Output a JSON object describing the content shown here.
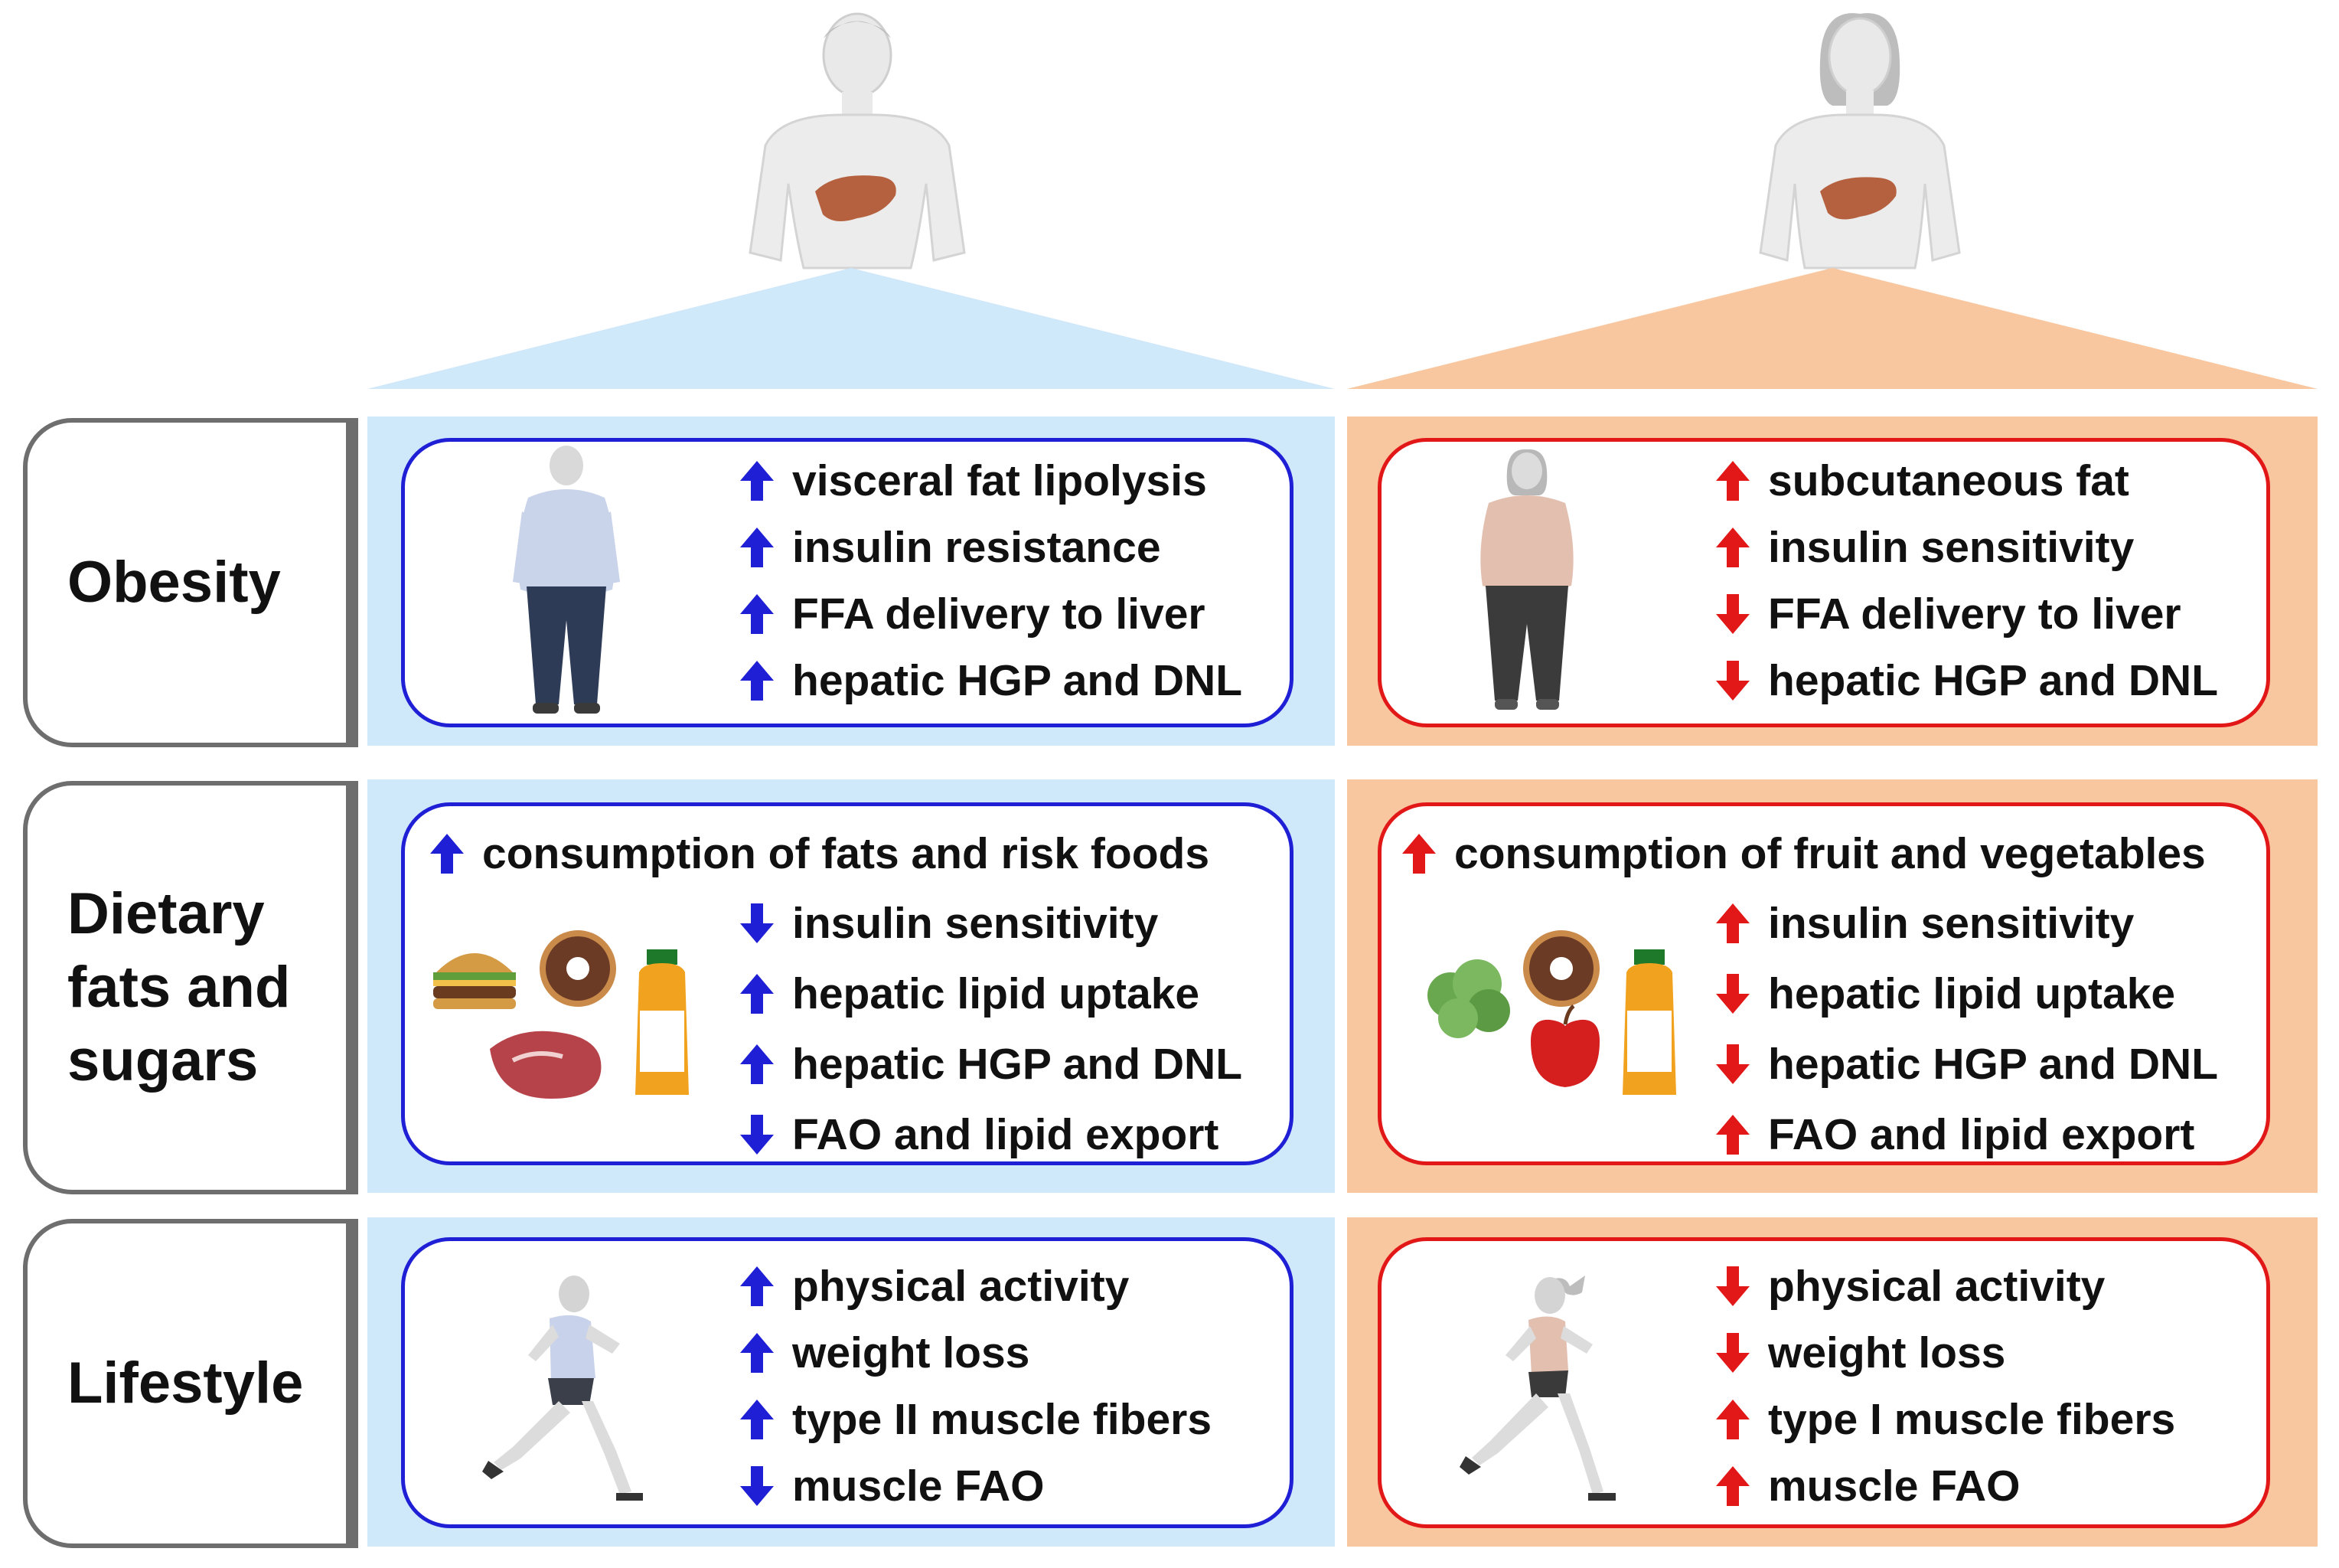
{
  "colors": {
    "male_panel": "#cfe8fa",
    "female_panel": "#f9c79f",
    "male_border": "#1f1fd6",
    "female_border": "#e21818",
    "up_arrow_male": "#1f1fd6",
    "up_arrow_female": "#e21818"
  },
  "rows": [
    {
      "label": "Obesity",
      "male": {
        "figure": "male-obese-figure-icon",
        "effects": [
          {
            "dir": "up",
            "text": "visceral fat lipolysis"
          },
          {
            "dir": "up",
            "text": "insulin resistance"
          },
          {
            "dir": "up",
            "text": "FFA delivery to liver"
          },
          {
            "dir": "up",
            "text": "hepatic HGP and DNL"
          }
        ]
      },
      "female": {
        "figure": "female-obese-figure-icon",
        "effects": [
          {
            "dir": "up",
            "text": "subcutaneous fat"
          },
          {
            "dir": "up",
            "text": "insulin sensitivity"
          },
          {
            "dir": "down",
            "text": "FFA delivery to liver"
          },
          {
            "dir": "down",
            "text": "hepatic HGP and DNL"
          }
        ]
      }
    },
    {
      "label": "Dietary fats and sugars",
      "label_lines": [
        "Dietary",
        "fats and",
        "sugars"
      ],
      "male": {
        "headline": {
          "dir": "up",
          "text": "consumption of fats and risk foods"
        },
        "figure": "risk-foods-icon",
        "effects": [
          {
            "dir": "down",
            "text": "insulin sensitivity"
          },
          {
            "dir": "up",
            "text": "hepatic lipid uptake"
          },
          {
            "dir": "up",
            "text": "hepatic HGP and DNL"
          },
          {
            "dir": "down",
            "text": "FAO and lipid export"
          }
        ]
      },
      "female": {
        "headline": {
          "dir": "up",
          "text": "consumption of fruit and vegetables"
        },
        "figure": "fruit-vegetables-icon",
        "effects": [
          {
            "dir": "up",
            "text": "insulin sensitivity"
          },
          {
            "dir": "down",
            "text": "hepatic lipid uptake"
          },
          {
            "dir": "down",
            "text": "hepatic HGP and DNL"
          },
          {
            "dir": "up",
            "text": "FAO and lipid export"
          }
        ]
      }
    },
    {
      "label": "Lifestyle",
      "male": {
        "figure": "male-runner-icon",
        "effects": [
          {
            "dir": "up",
            "text": "physical activity"
          },
          {
            "dir": "up",
            "text": "weight loss"
          },
          {
            "dir": "up",
            "text": "type II muscle fibers"
          },
          {
            "dir": "down",
            "text": "muscle FAO"
          }
        ]
      },
      "female": {
        "figure": "female-runner-icon",
        "effects": [
          {
            "dir": "down",
            "text": "physical activity"
          },
          {
            "dir": "down",
            "text": "weight loss"
          },
          {
            "dir": "up",
            "text": "type I muscle fibers"
          },
          {
            "dir": "up",
            "text": "muscle FAO"
          }
        ]
      }
    }
  ]
}
